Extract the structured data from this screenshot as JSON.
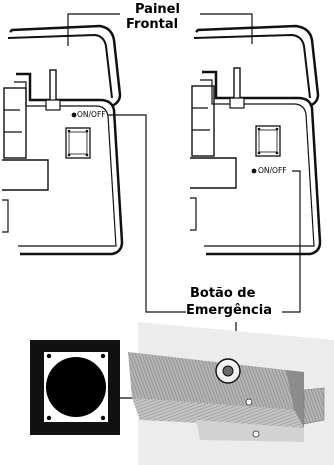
{
  "labels": {
    "panel_line1": "Painel",
    "panel_line2": "Frontal",
    "onoff_left": "ON/OFF",
    "onoff_right": "ON/OFF",
    "button_line1": "Botão de",
    "button_line2": "Emergência"
  },
  "colors": {
    "ink": "#111111",
    "machine_gray": "#9e9e9e",
    "machine_light": "#d8d8d8",
    "panel_shadow": "#e9e9e9"
  }
}
